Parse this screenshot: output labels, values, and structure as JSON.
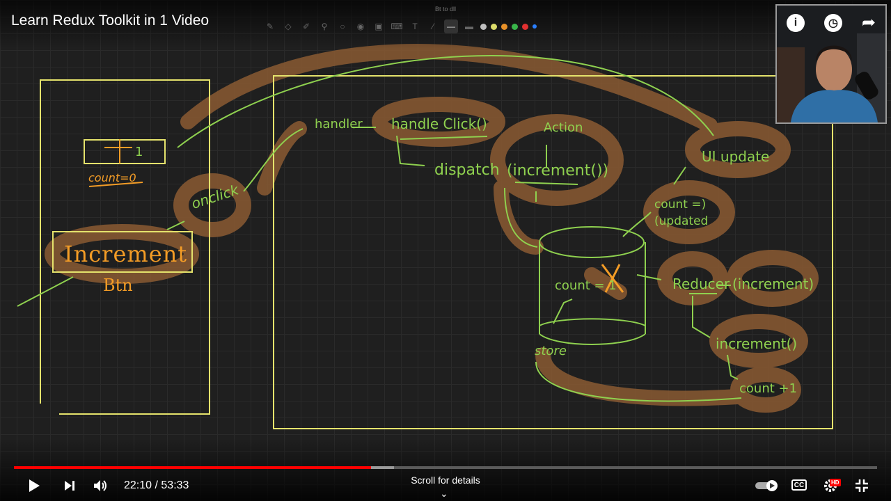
{
  "video": {
    "title": "Learn Redux Toolkit in 1 Video",
    "doc_name": "Bt to dll",
    "time_current": "22:10",
    "time_total": "53:33",
    "played_fraction": 0.4139,
    "buffered_fraction": 0.44,
    "scroll_hint": "Scroll for details",
    "cc_label": "CC",
    "hd_badge": "HD"
  },
  "whiteboard": {
    "labels": {
      "count_value": "1",
      "count_var": "count=0",
      "increment_btn": "Increment",
      "btn": "Btn",
      "onclick": "onclick",
      "handler": "handler",
      "handle_click": "handle Click()",
      "dispatch": "dispatch",
      "action": "Action",
      "increment_call": "(increment())",
      "store_count": "count = 1",
      "store": "store",
      "reducer": "Reducer",
      "reducer_fn": "(increment)",
      "increment_fn": "increment()",
      "count_plus": "count +1",
      "count_updated": "count =) (updated",
      "ui_update": "UI update"
    },
    "colors": {
      "green": "#8fd14f",
      "orange": "#f39c26",
      "yellow": "#e5e36c",
      "highlight": "#8a5a32"
    }
  },
  "toolbar": {
    "tools": [
      "pen-icon",
      "eraser-icon",
      "highlighter-icon",
      "lasso-icon",
      "shape-icon",
      "eye-icon",
      "image-icon",
      "keyboard-icon",
      "text-icon",
      "link-icon"
    ],
    "colors": [
      "#e5e5e5",
      "#bfbfbf",
      "#dcdc6a",
      "#e79028",
      "#39b54a",
      "#e03030",
      "#2a7fff"
    ]
  }
}
